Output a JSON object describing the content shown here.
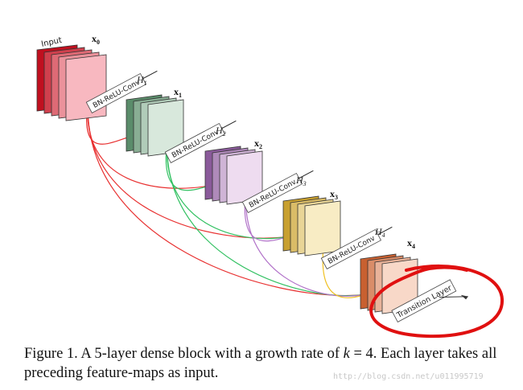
{
  "diagram": {
    "input_label": "Input",
    "feature_labels": [
      "x",
      "x",
      "x",
      "x",
      "x"
    ],
    "feature_subscripts": [
      "0",
      "1",
      "2",
      "3",
      "4"
    ],
    "layer_labels": [
      "H",
      "H",
      "H",
      "H"
    ],
    "layer_subscripts": [
      "1",
      "2",
      "3",
      "4"
    ],
    "op_labels": [
      "BN-ReLU-Conv",
      "BN-ReLU-Conv",
      "BN-ReLU-Conv",
      "BN-ReLU-Conv"
    ],
    "transition_label": "Transition Layer",
    "block_colors": [
      "#c0101f",
      "#5a8c6a",
      "#8a5a9a",
      "#c8a030",
      "#c86030"
    ],
    "block_light_colors": [
      "#f8b8c0",
      "#d8e8dc",
      "#eedcf0",
      "#f8ecc4",
      "#f8d8c8"
    ],
    "connection_colors": [
      "#e83030",
      "#30c060",
      "#b070c8",
      "#f0c020"
    ],
    "annotation_color": "#e01010"
  },
  "caption": {
    "part1": "Figure 1. A 5-layer dense block with a growth rate of ",
    "k": "k",
    "equals": " = 4",
    "part2": ". Each layer takes all preceding feature-maps as input."
  },
  "watermark": "http://blog.csdn.net/u011995719"
}
